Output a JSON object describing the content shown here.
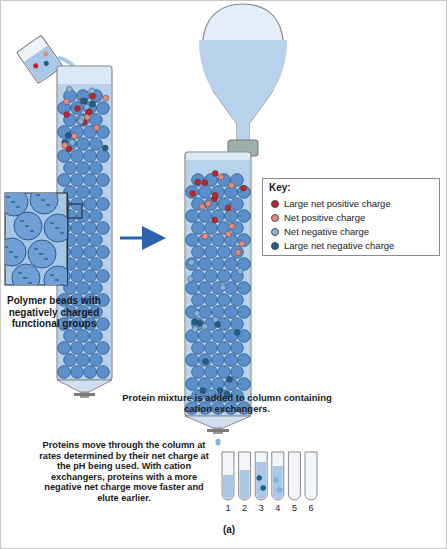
{
  "diagram": {
    "labels": [
      "Polymer beads with negatively charged functional groups",
      "Key:",
      "Protein mixture is added to column containing cation exchangers.",
      "Proteins move through the column at rates determined by their net charge at the pH being used. With cation exchangers, proteins with a more negative net charge move faster and elute earlier.",
      "1",
      "2",
      "3",
      "4",
      "5",
      "6",
      "(a)"
    ],
    "legend": [
      {
        "text": "Large net positive charge",
        "color": "#c0242b"
      },
      {
        "text": "Net positive charge",
        "color": "#e8897e"
      },
      {
        "text": "Net negative charge",
        "color": "#86b4de"
      },
      {
        "text": "Large net negative charge",
        "color": "#1f5f8b"
      }
    ]
  }
}
